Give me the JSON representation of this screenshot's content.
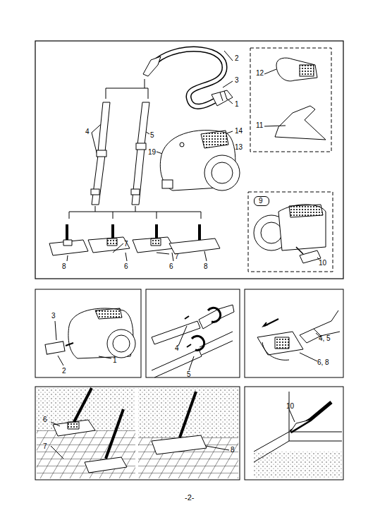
{
  "diagram": {
    "nodes": [
      {
        "text": [
          "9"
        ]
      }
    ],
    "labels": [
      "2",
      "3",
      "1",
      "4",
      "5",
      "14",
      "13",
      "19",
      "7",
      "7",
      "8",
      "6",
      "6",
      "8",
      "12",
      "11",
      "10",
      "3",
      "1",
      "2",
      "4",
      "5",
      "4, 5",
      "6, 8",
      "6",
      "7",
      "8",
      "10",
      "-2-"
    ]
  }
}
